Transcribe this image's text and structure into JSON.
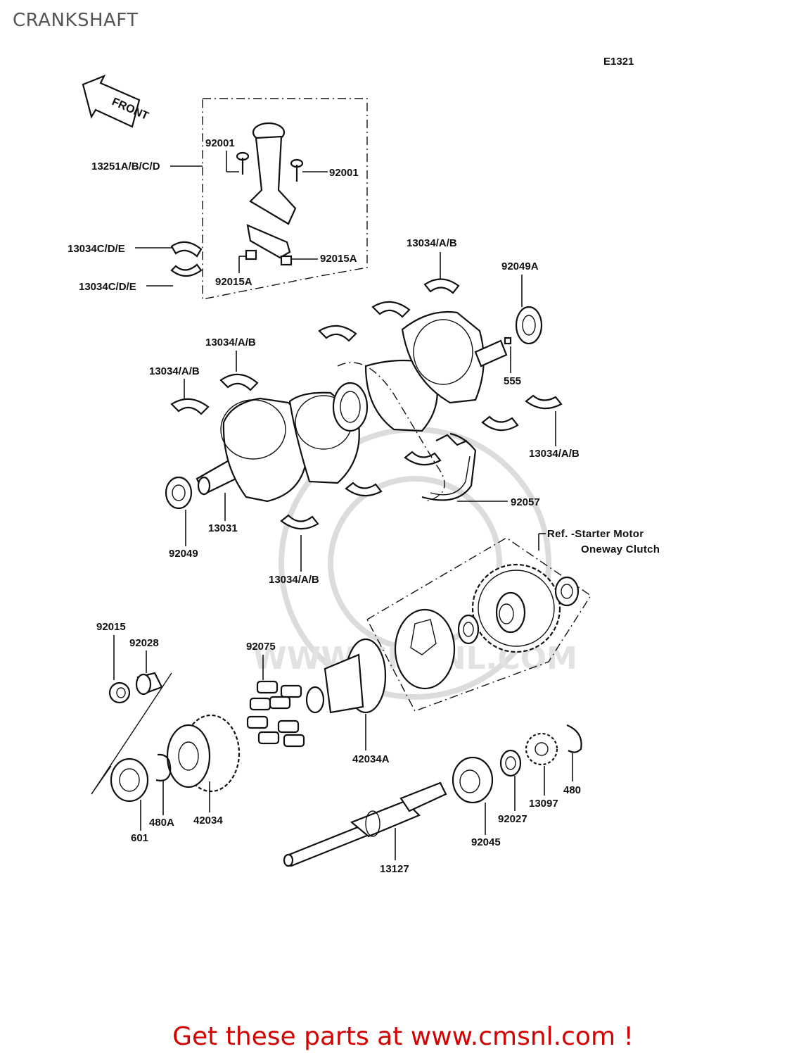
{
  "page": {
    "title": "CRANKSHAFT",
    "footer": "Get these parts at www.cmsnl.com !"
  },
  "diagram": {
    "code": "E1321",
    "front_arrow": "FRONT",
    "reference_note_line1": "Ref. -Starter Motor",
    "reference_note_line2": "Oneway Clutch",
    "watermark_text": "WWW.CMSNL.COM",
    "labels": {
      "conrod_assy": "13251A/B/C/D",
      "bolt_left": "92001",
      "bolt_right": "92001",
      "conrod_bearing_upper": "13034C/D/E",
      "conrod_bearing_lower": "13034C/D/E",
      "nut_left": "92015A",
      "nut_right": "92015A",
      "main_bearing_top": "13034/A/B",
      "main_bearing_left_upper": "13034/A/B",
      "main_bearing_left": "13034/A/B",
      "main_bearing_right": "13034/A/B",
      "main_bearing_bottom": "13034/A/B",
      "oil_seal_right": "92049A",
      "woodruff_key": "555",
      "crankshaft": "13031",
      "oil_seal_left": "92049",
      "cam_chain": "92057",
      "nut": "92015",
      "collar": "92028",
      "rollers": "92075",
      "starter_clutch_outer": "42034A",
      "bearing_601": "601",
      "circlip_480A": "480A",
      "starter_gear": "42034",
      "output_shaft": "13127",
      "bearing_92045": "92045",
      "collar_92027": "92027",
      "gear_13097": "13097",
      "circlip_480": "480"
    }
  }
}
